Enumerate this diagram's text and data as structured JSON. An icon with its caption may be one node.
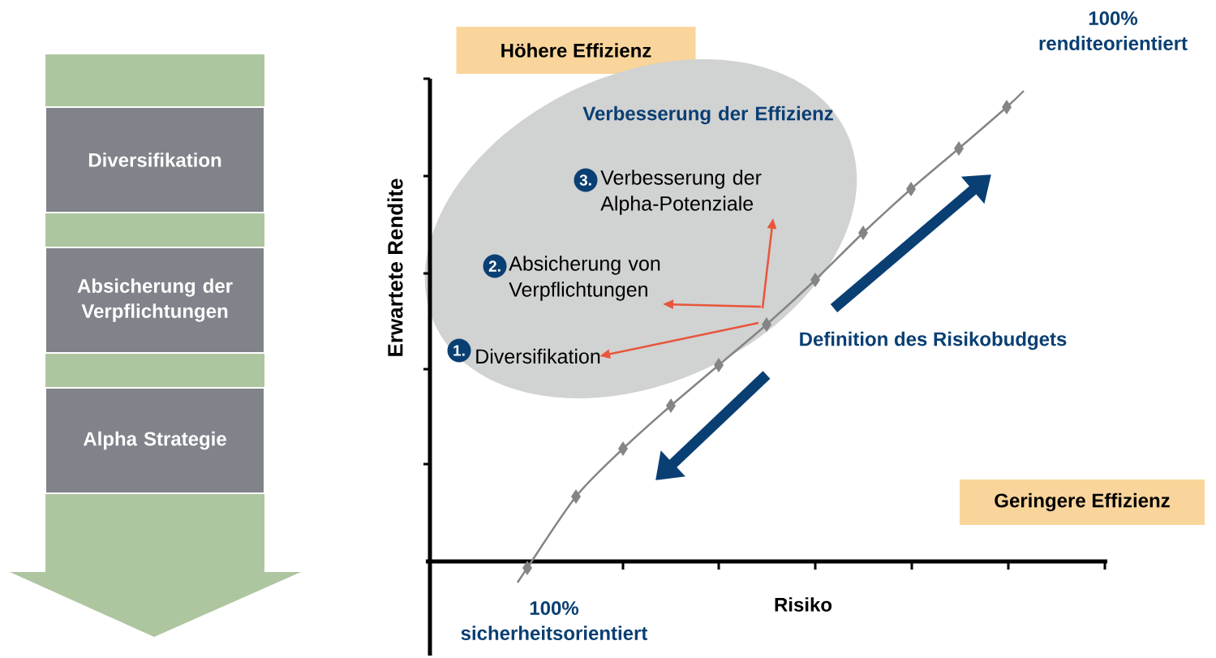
{
  "diagram": {
    "nodes": [
      {
        "text": [
          "Diversifikation"
        ]
      },
      {
        "text": [
          "Absicherung der Verpflichtungen"
        ]
      },
      {
        "text": [
          "Alpha Strategie"
        ]
      },
      {
        "text": [
          "Höhere Effizienz"
        ]
      },
      {
        "text": [
          "Verbesserung der Effizienz"
        ]
      },
      {
        "text": [
          "3."
        ],
        "in": 4
      },
      {
        "text": [
          "Verbesserung der Alpha-Potenziale"
        ],
        "in": 4
      },
      {
        "text": [
          "2."
        ],
        "in": 4
      },
      {
        "text": [
          "Absicherung von Verpflichtungen"
        ],
        "in": 4
      },
      {
        "text": [
          "1."
        ],
        "in": 4
      },
      {
        "text": [
          "Diversifikation"
        ],
        "in": 4
      },
      {
        "text": [
          "Geringere Effizienz"
        ]
      }
    ],
    "edges": [
      {
        "from": null,
        "to": 6,
        "arrow": "to"
      },
      {
        "from": null,
        "to": 8,
        "arrow": "to"
      },
      {
        "from": null,
        "to": 10,
        "arrow": "to"
      }
    ],
    "labels": [
      "100% renditeorientiert",
      "Erwartete Rendite",
      "Definition des Risikobudgets",
      "Risiko",
      "100% sicherheitsorientiert"
    ]
  }
}
